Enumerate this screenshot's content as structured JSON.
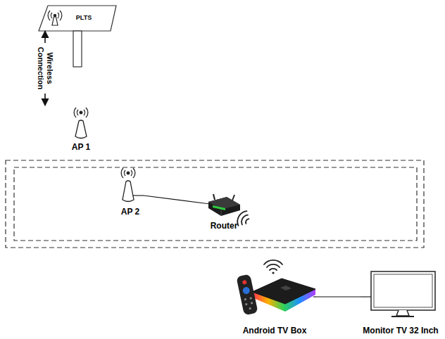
{
  "diagram": {
    "nodes": [
      {
        "text": [
          "PLTS"
        ]
      },
      {
        "text": [
          "AP 1"
        ]
      },
      {
        "text": [
          "AP 2"
        ]
      },
      {
        "text": [
          "Router"
        ]
      },
      {
        "text": [
          "Android TV Box"
        ]
      },
      {
        "text": [
          "Monitor TV 32 Inch"
        ]
      }
    ],
    "edges": [
      {
        "from": 0,
        "to": 1,
        "label": "Wireless Connection",
        "arrow": "both"
      },
      {
        "from": 2,
        "to": 3,
        "arrow": "none"
      },
      {
        "from": 4,
        "to": 5,
        "arrow": "none"
      }
    ]
  }
}
